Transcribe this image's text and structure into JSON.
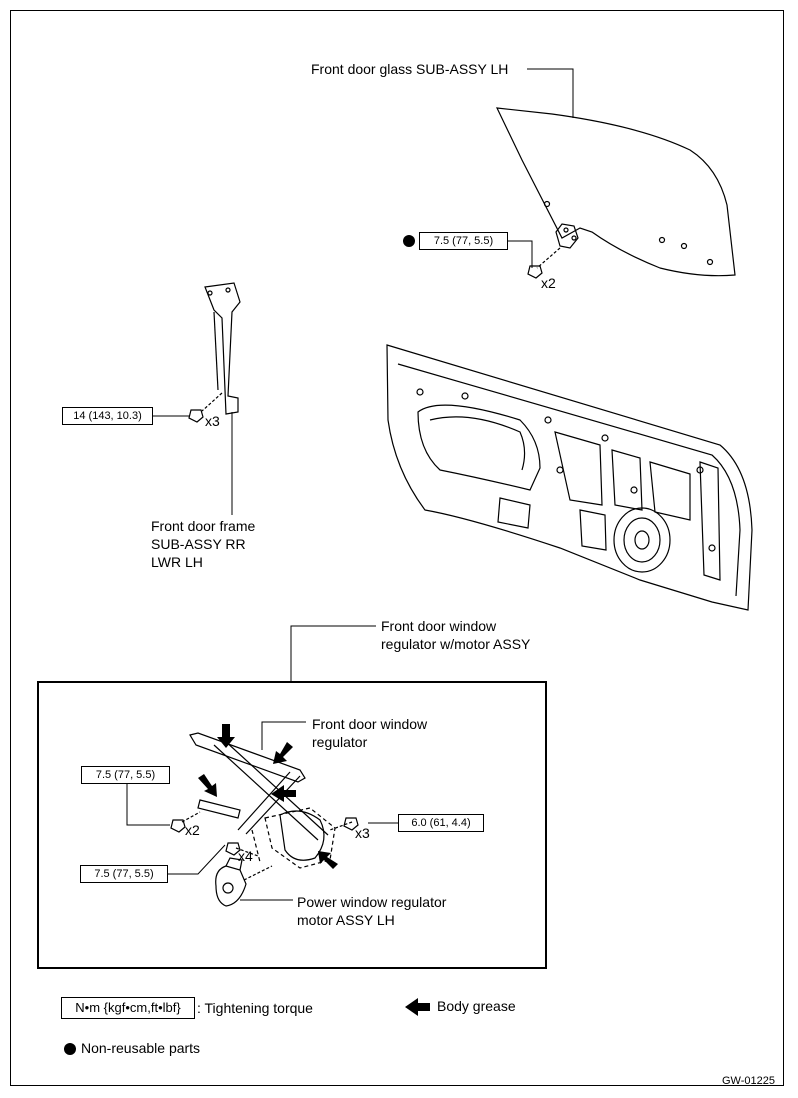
{
  "parts": {
    "glass": "Front door glass SUB-ASSY LH",
    "frame_l1": "Front door frame",
    "frame_l2": "SUB-ASSY RR",
    "frame_l3": "LWR LH",
    "regulator_assy_l1": "Front door window",
    "regulator_assy_l2": "regulator w/motor ASSY",
    "regulator_l1": "Front door window",
    "regulator_l2": "regulator",
    "motor_l1": "Power window regulator",
    "motor_l2": "motor ASSY LH"
  },
  "torques": {
    "glass": "7.5 (77, 5.5)",
    "frame": "14 (143, 10.3)",
    "reg_left": "7.5 (77, 5.5)",
    "reg_right": "6.0 (61, 4.4)",
    "motor": "7.5 (77, 5.5)"
  },
  "counts": {
    "glass": "x2",
    "frame": "x3",
    "reg_left": "x2",
    "reg_right": "x3",
    "motor": "x4"
  },
  "legend": {
    "torque_unit": "N•m {kgf•cm,ft•lbf}",
    "torque_text": ": Tightening torque",
    "grease_text": "Body grease",
    "nonreusable_text": "Non-reusable parts"
  },
  "figure_id": "GW-01225"
}
